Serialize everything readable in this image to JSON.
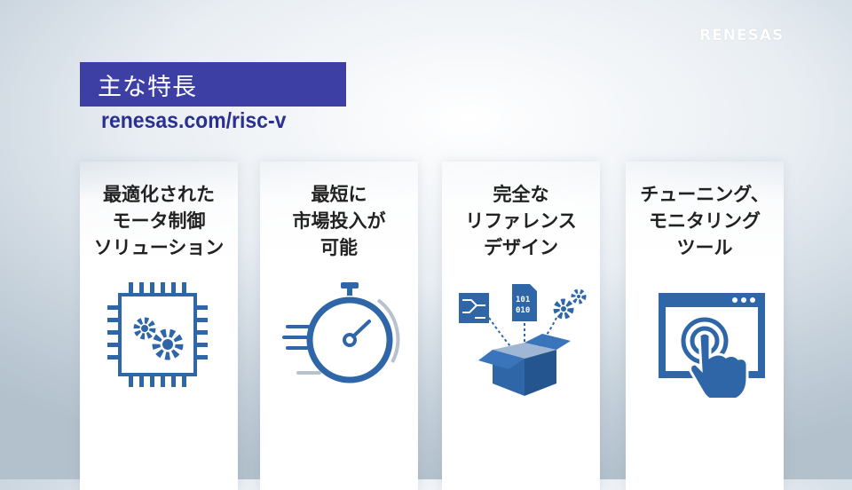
{
  "brand": {
    "logo_text": "RENESAS"
  },
  "header": {
    "title": "主な特長",
    "url": "renesas.com/risc-v"
  },
  "colors": {
    "title_bg": "#3d3fa5",
    "url_text": "#2b2f8f",
    "icon_blue": "#2e66a8"
  },
  "panels": [
    {
      "lines": [
        "最適化された",
        "モータ制御",
        "ソリューション"
      ],
      "icon": "chip-gears-icon"
    },
    {
      "lines": [
        "最短に",
        "市場投入が",
        "可能"
      ],
      "icon": "stopwatch-icon"
    },
    {
      "lines": [
        "完全な",
        "リファレンス",
        "デザイン"
      ],
      "icon": "design-box-icon"
    },
    {
      "lines": [
        "チューニング、",
        "モニタリング",
        "ツール"
      ],
      "icon": "touch-screen-icon"
    }
  ]
}
